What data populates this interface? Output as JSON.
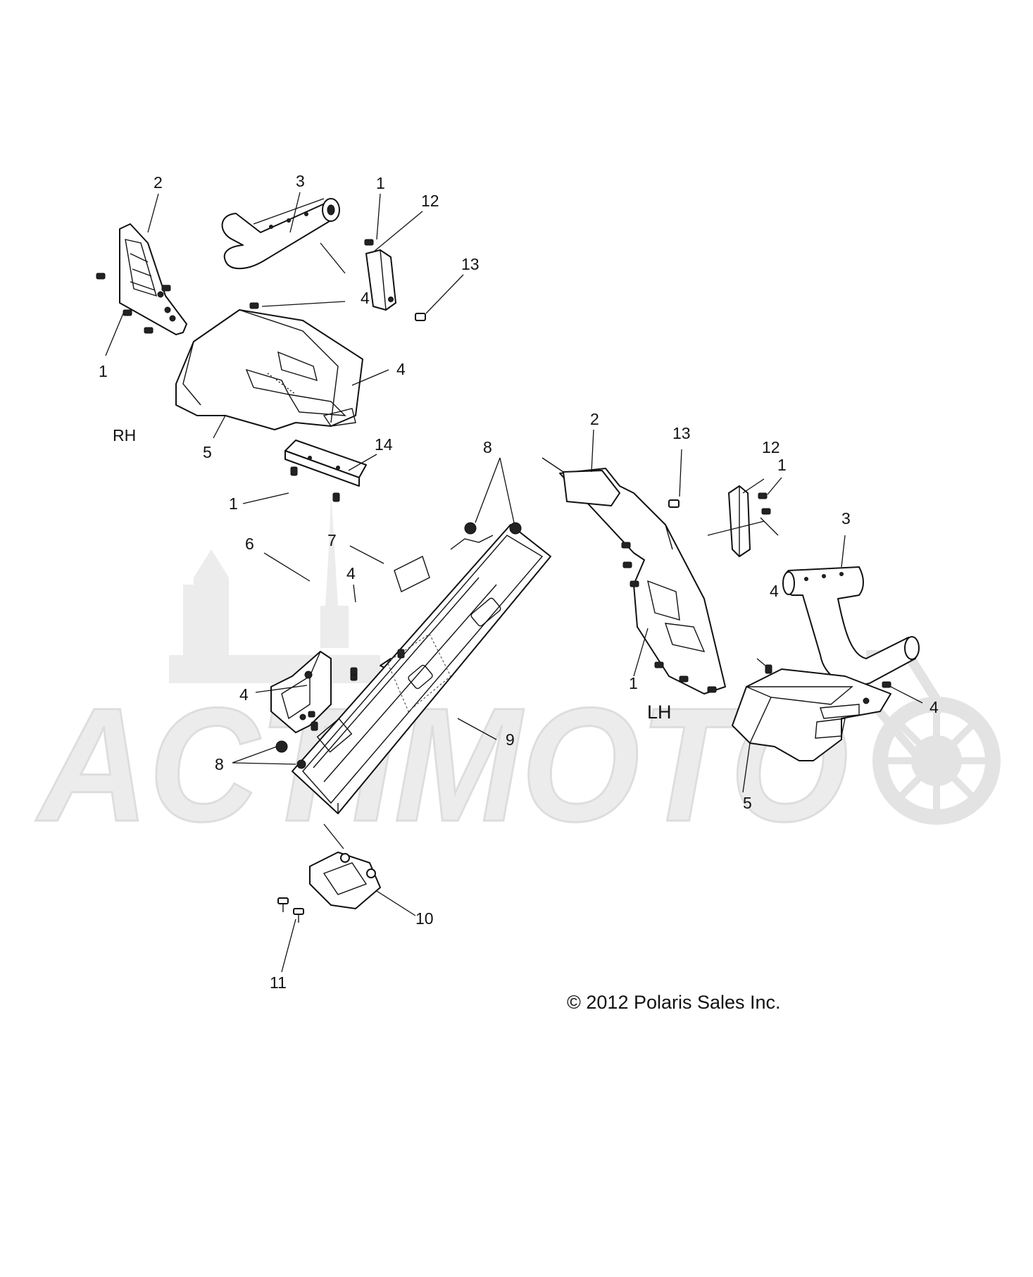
{
  "watermark": {
    "text": "ACTIMOTO",
    "color": "#e6e6e6"
  },
  "side_labels": {
    "right_hand": "RH",
    "left_hand": "LH"
  },
  "callouts": [
    "1",
    "2",
    "3",
    "4",
    "5",
    "6",
    "7",
    "8",
    "9",
    "10",
    "11",
    "12",
    "13",
    "14"
  ],
  "copyright": "© 2012 Polaris Sales Inc."
}
